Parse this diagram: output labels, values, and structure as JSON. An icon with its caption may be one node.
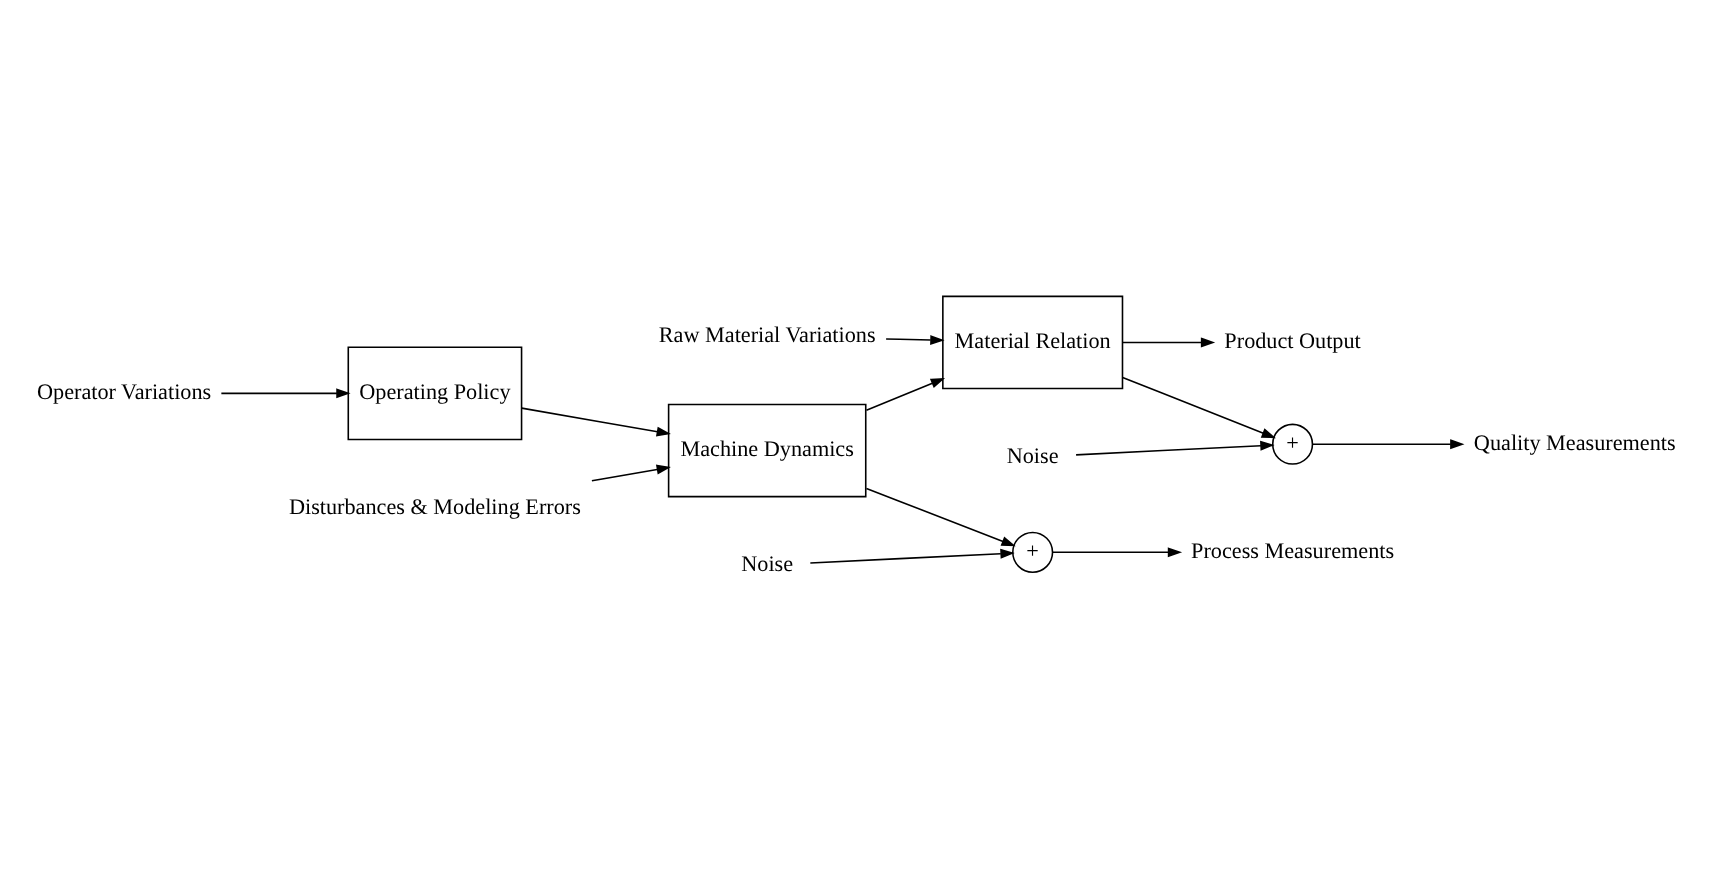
{
  "diagram": {
    "nodes": [
      {
        "text": [
          "Operator Variations"
        ]
      },
      {
        "text": [
          "Disturbances & Modeling Errors"
        ]
      },
      {
        "text": [
          "Raw Material Variations"
        ]
      },
      {
        "text": [
          "Operating Policy"
        ]
      },
      {
        "text": [
          "Machine Dynamics"
        ]
      },
      {
        "text": [
          "Material Relation"
        ]
      },
      {
        "text": [
          "Product Output"
        ]
      },
      {
        "text": [
          "Noise"
        ]
      },
      {
        "text": [
          "+"
        ]
      },
      {
        "text": [
          "Quality Measurements"
        ]
      },
      {
        "text": [
          "Noise"
        ]
      },
      {
        "text": [
          "+"
        ]
      },
      {
        "text": [
          "Process Measurements"
        ]
      }
    ],
    "edges": [
      {
        "from": 0,
        "to": 3,
        "arrow": "to"
      },
      {
        "from": 1,
        "to": 4,
        "arrow": "to"
      },
      {
        "from": 2,
        "to": 5,
        "arrow": "to"
      },
      {
        "from": 3,
        "to": 4,
        "arrow": "to"
      },
      {
        "from": 4,
        "to": 5,
        "arrow": "to"
      },
      {
        "from": 5,
        "to": 6,
        "arrow": "to"
      },
      {
        "from": 5,
        "to": 8,
        "arrow": "to"
      },
      {
        "from": 7,
        "to": 8,
        "arrow": "to"
      },
      {
        "from": 8,
        "to": 9,
        "arrow": "to"
      },
      {
        "from": 4,
        "to": 11,
        "arrow": "to"
      },
      {
        "from": 10,
        "to": 11,
        "arrow": "to"
      },
      {
        "from": 11,
        "to": 12,
        "arrow": "to"
      }
    ]
  }
}
